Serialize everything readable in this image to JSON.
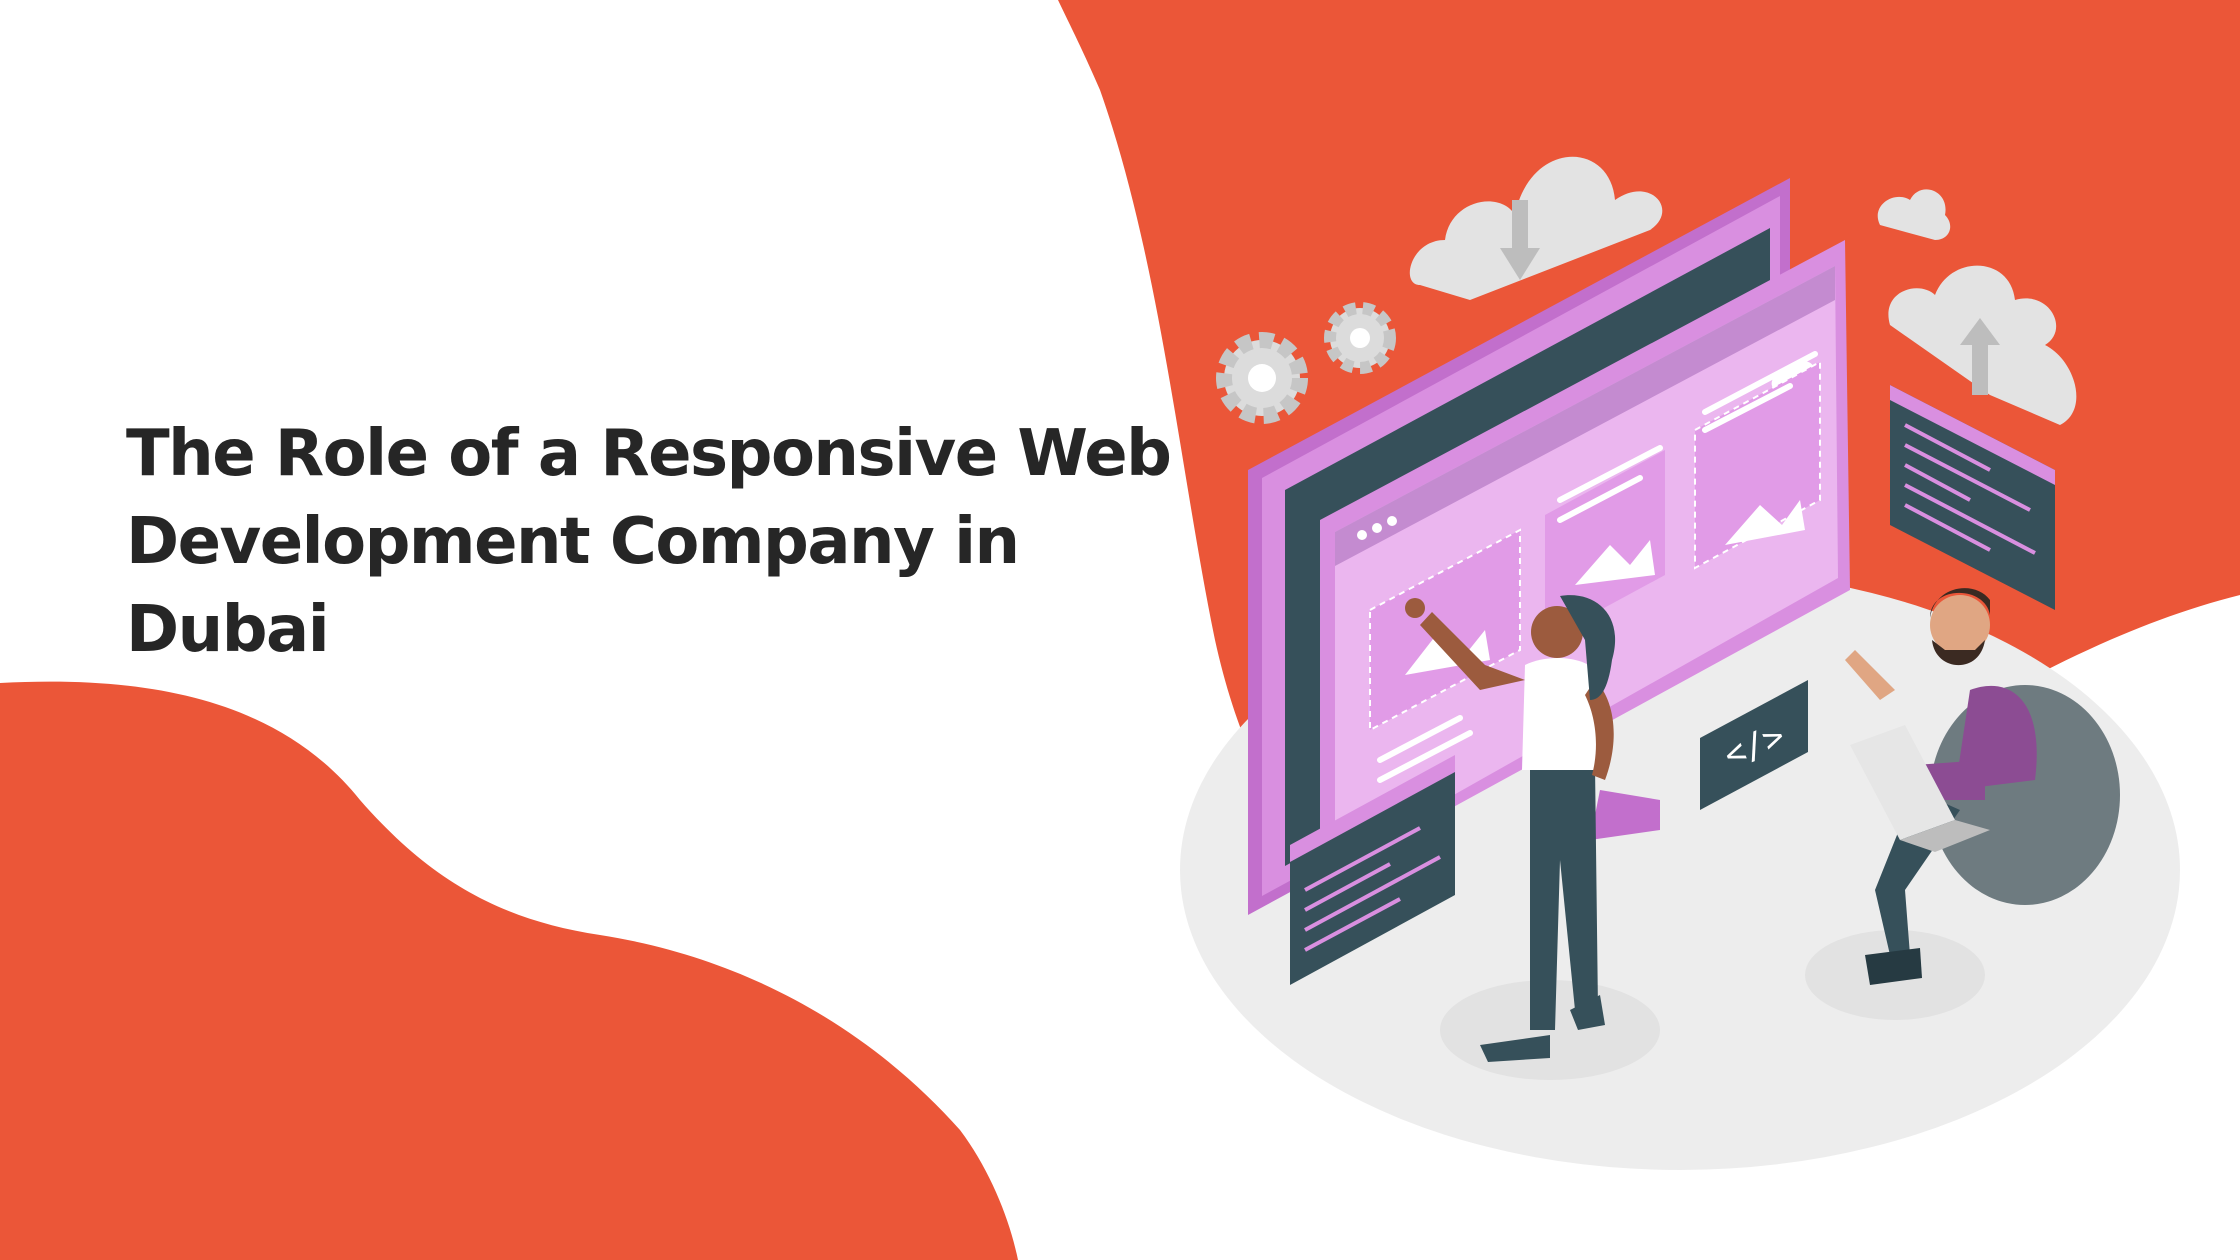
{
  "headline": {
    "lines": [
      "The Role of a Responsive Web",
      "Development Company in",
      "Dubai"
    ]
  },
  "illustration": {
    "code_badge": "</>"
  },
  "colors": {
    "accent": "#EB5638",
    "headline": "#262626",
    "screen_purple": "#D98FE0",
    "screen_dark": "#36505A",
    "cloud_gray": "#E3E3E3"
  },
  "icons": [
    "gear-icon",
    "cloud-download-icon",
    "cloud-upload-icon",
    "image-icon",
    "code-icon",
    "laptop-icon"
  ]
}
